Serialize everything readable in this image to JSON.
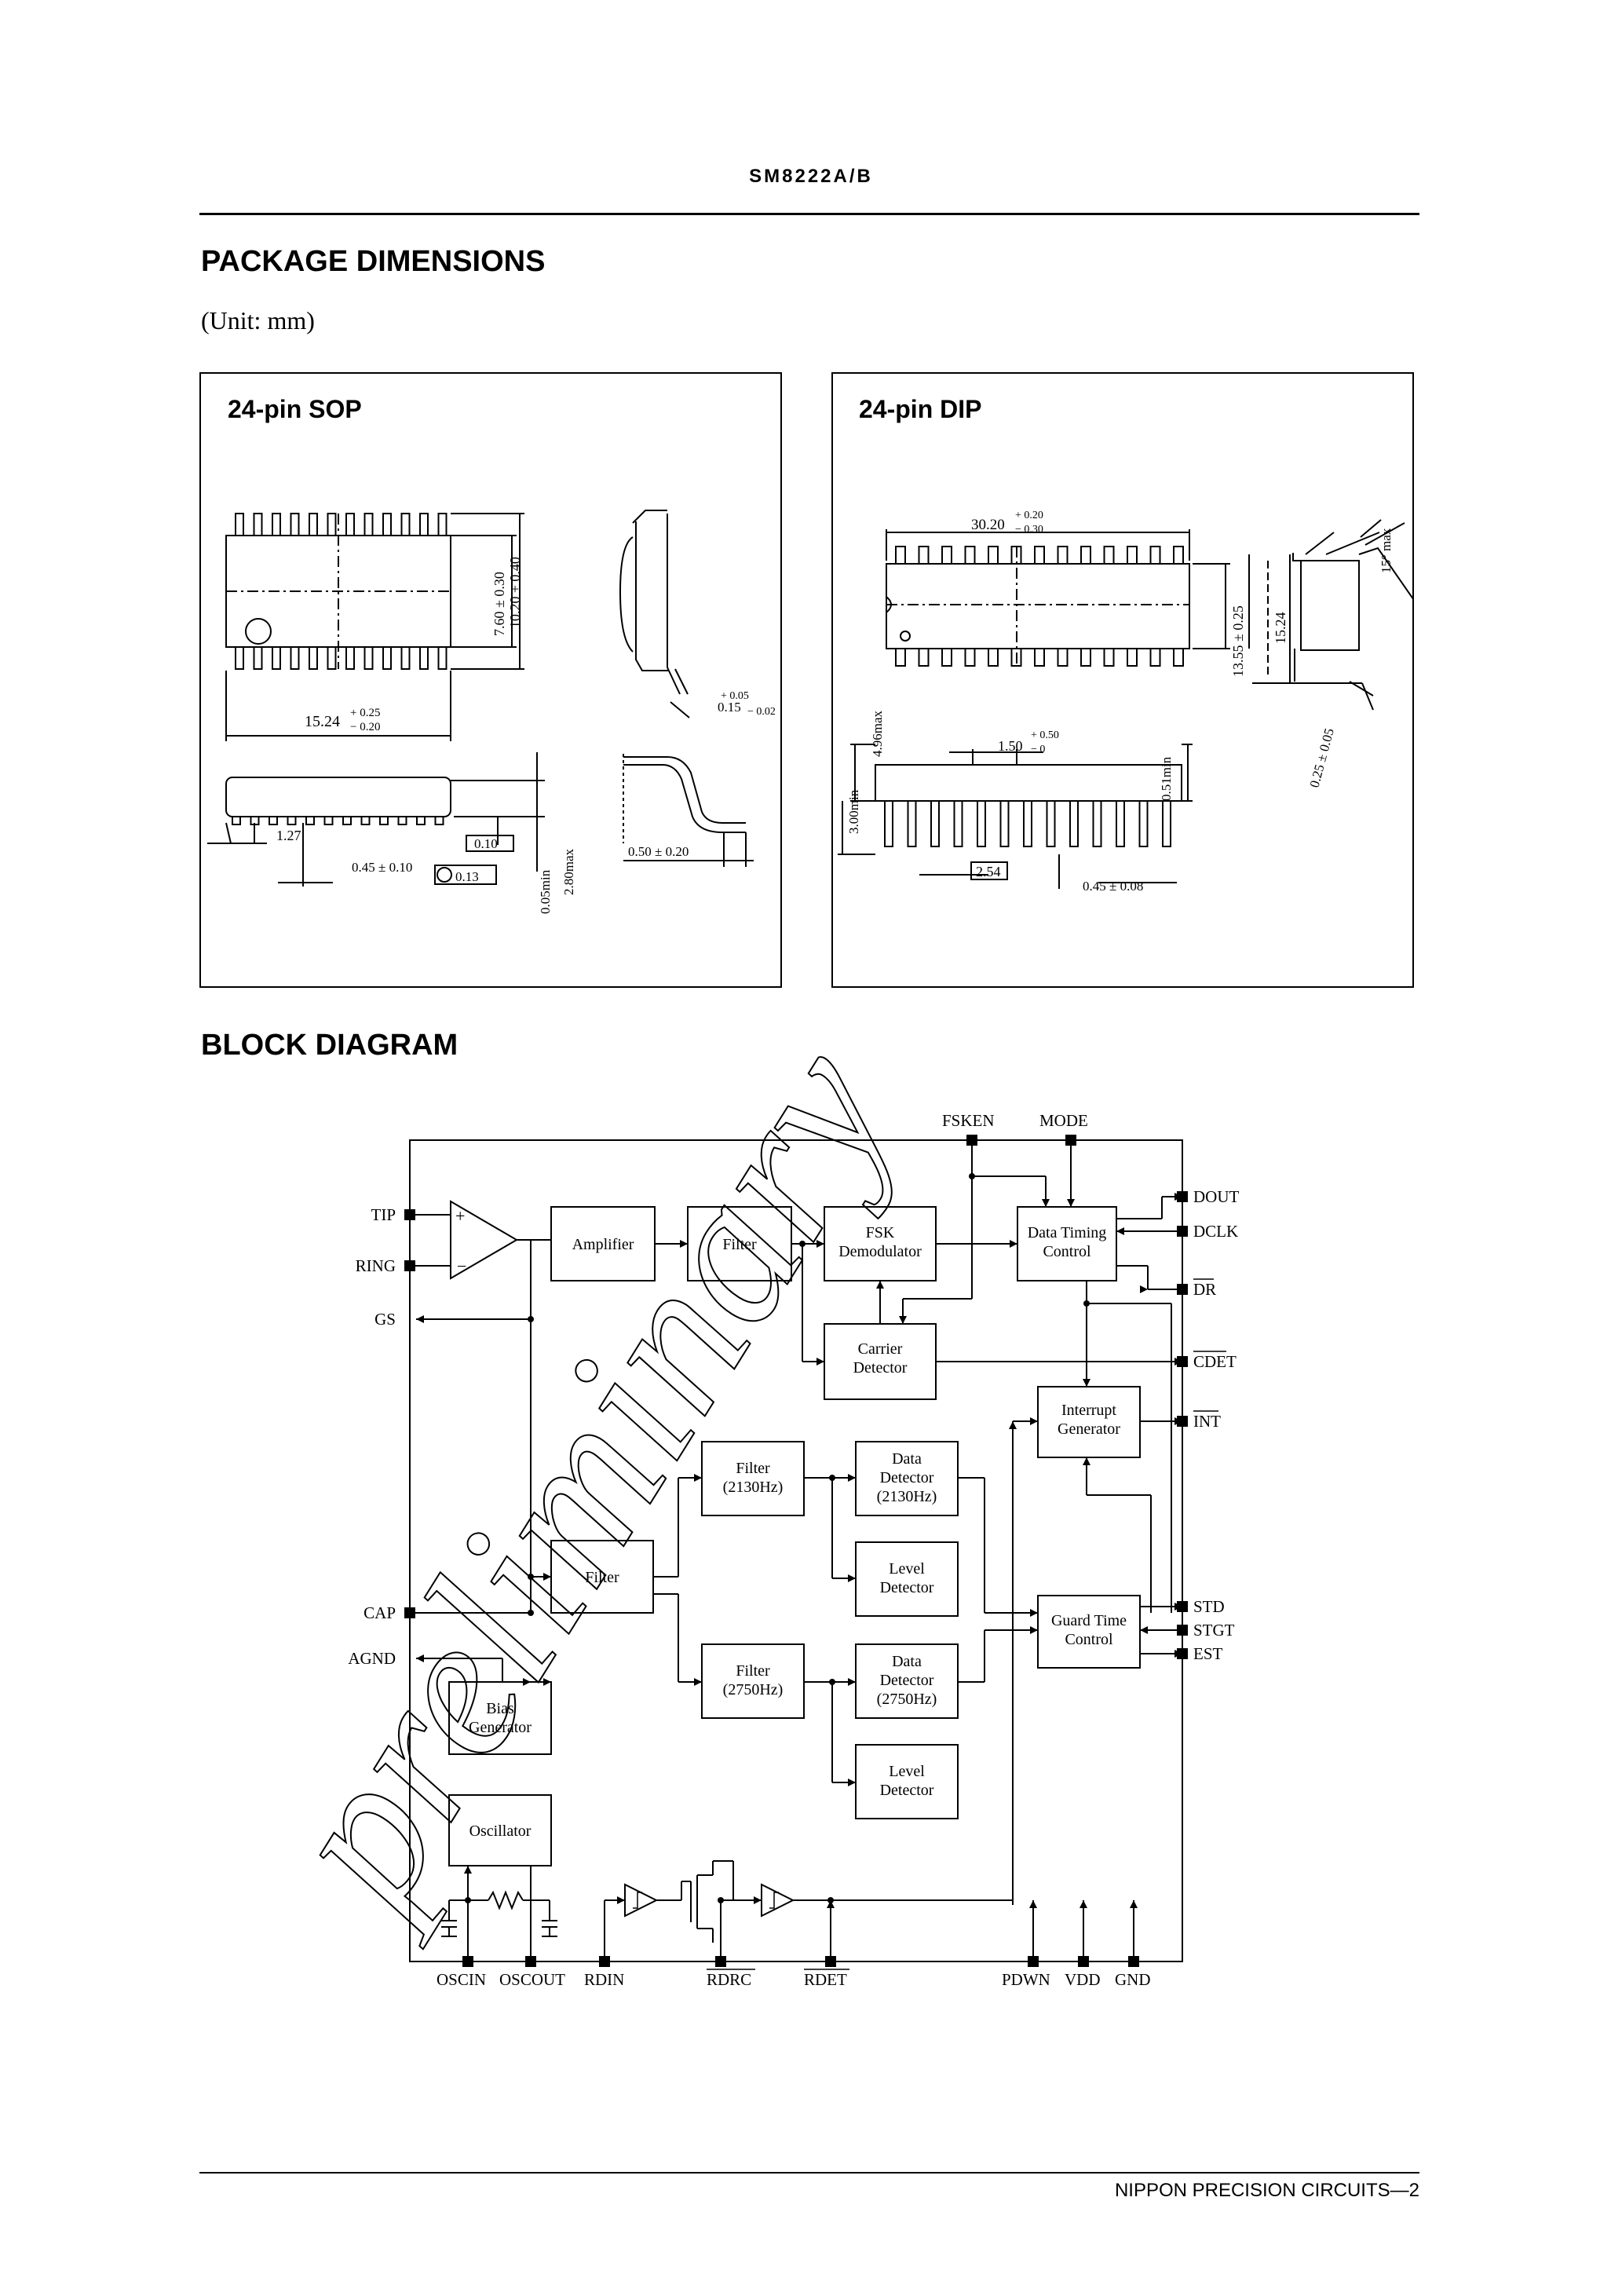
{
  "header": {
    "part_number": "SM8222A/B"
  },
  "package_section": {
    "title": "PACKAGE DIMENSIONS",
    "unit_note": "(Unit: mm)",
    "sop": {
      "title": "24-pin SOP",
      "dims": {
        "body_width": "7.60 ± 0.30",
        "total_width": "10.20 ± 0.40",
        "length_main": "15.24",
        "length_tol_plus": "+ 0.25",
        "length_tol_minus": "− 0.20",
        "lead_thick": "0.15",
        "lead_thick_plus": "+ 0.05",
        "lead_thick_minus": "− 0.02",
        "pitch": "1.27",
        "flatness": "0.10",
        "lead_width": "0.45 ± 0.10",
        "position": "0.13",
        "standoff": "0.05min",
        "height": "2.80max",
        "foot": "0.50 ± 0.20"
      }
    },
    "dip": {
      "title": "24-pin DIP",
      "dims": {
        "length_main": "30.20",
        "length_tol_plus": "+ 0.20",
        "length_tol_minus": "− 0.30",
        "width": "13.55 ± 0.25",
        "row_spacing": "15.24",
        "angle": "15° max",
        "lead_thick": "0.25 ± 0.05",
        "height": "4.96max",
        "seat": "3.00min",
        "shoulder": "1.50",
        "shoulder_plus": "+ 0.50",
        "shoulder_minus": "− 0",
        "standoff": "0.51min",
        "pitch": "2.54",
        "lead_width": "0.45 ± 0.08"
      }
    }
  },
  "block_section": {
    "title": "BLOCK DIAGRAM",
    "pins_left": [
      "TIP",
      "RING",
      "GS",
      "CAP",
      "AGND"
    ],
    "pins_top": [
      "FSKEN",
      "MODE"
    ],
    "pins_right": [
      "DOUT",
      "DCLK",
      "DR",
      "CDET",
      "INT",
      "STD",
      "STGT",
      "EST"
    ],
    "pins_bottom": [
      "OSCIN",
      "OSCOUT",
      "RDIN",
      "RDRC",
      "RDET",
      "PDWN",
      "VDD",
      "GND"
    ],
    "blocks": {
      "amplifier": "Amplifier",
      "filter1": "Filter",
      "fsk_line1": "FSK",
      "fsk_line2": "Demodulator",
      "dtc_line1": "Data Timing",
      "dtc_line2": "Control",
      "carrier_line1": "Carrier",
      "carrier_line2": "Detector",
      "intgen_line1": "Interrupt",
      "intgen_line2": "Generator",
      "f2130_line1": "Filter",
      "f2130_line2": "(2130Hz)",
      "dd2130_line1": "Data",
      "dd2130_line2": "Detector",
      "dd2130_line3": "(2130Hz)",
      "lvl1_line1": "Level",
      "lvl1_line2": "Detector",
      "filter2": "Filter",
      "guard_line1": "Guard Time",
      "guard_line2": "Control",
      "f2750_line1": "Filter",
      "f2750_line2": "(2750Hz)",
      "dd2750_line1": "Data",
      "dd2750_line2": "Detector",
      "dd2750_line3": "(2750Hz)",
      "lvl2_line1": "Level",
      "lvl2_line2": "Detector",
      "bias_line1": "Bias",
      "bias_line2": "Generator",
      "osc": "Oscillator"
    }
  },
  "watermark": {
    "text": "preliminary"
  },
  "footer": {
    "text": "NIPPON PRECISION CIRCUITS—2"
  }
}
